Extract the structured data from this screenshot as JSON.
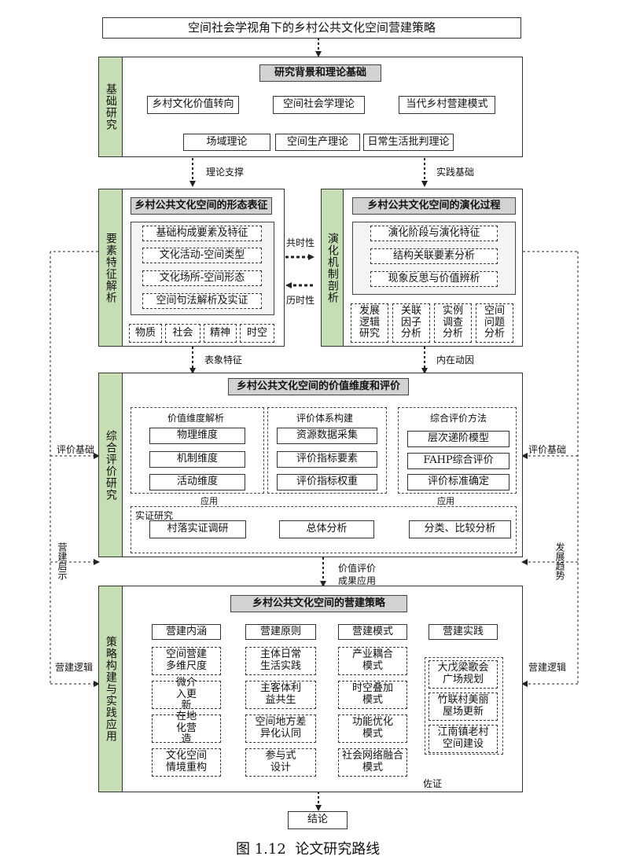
{
  "title": "空间社会学视角下的乡村公共文化空间营建策略",
  "s1": {
    "side": "基础研究",
    "head": "研究背景和理论基础",
    "row1": [
      "乡村文化价值转向",
      "空间社会学理论",
      "当代乡村营建模式"
    ],
    "row2": [
      "场域理论",
      "空间生产理论",
      "日常生活批判理论"
    ]
  },
  "between1": {
    "left": "理论支撑",
    "right": "实践基础"
  },
  "s2": {
    "side": "要素特征解析",
    "head": "乡村公共文化空间的形态表征",
    "items": [
      "基础构成要素及特征",
      "文化活动-空间类型",
      "文化场所-空间形态",
      "空间句法解析及实证"
    ],
    "bottom": [
      "物质",
      "社会",
      "精神",
      "时空"
    ]
  },
  "mid": {
    "top": "共时性",
    "bottom": "历时性"
  },
  "s3": {
    "side": "演化机制剖析",
    "head": "乡村公共文化空间的演化过程",
    "items": [
      "演化阶段与演化特征",
      "结构关联要素分析",
      "现象反思与价值辨析"
    ],
    "bottom": [
      "发展逻辑研究",
      "关联因子分析",
      "实例调查分析",
      "空间问题分析"
    ]
  },
  "between2": {
    "left": "表象特征",
    "right": "内在动因"
  },
  "s4": {
    "side": "综合评价研究",
    "head": "乡村公共文化空间的价值维度和评价",
    "col1": {
      "title": "价值维度解析",
      "items": [
        "物理维度",
        "机制维度",
        "活动维度"
      ]
    },
    "col2": {
      "title": "评价体系构建",
      "items": [
        "资源数据采集",
        "评价指标要素",
        "评价指标权重"
      ]
    },
    "col3": {
      "title": "综合评价方法",
      "items": [
        "层次递阶模型",
        "FAHP综合评价",
        "评价标准确定"
      ]
    },
    "apply_left": "应用",
    "apply_right": "应用",
    "case_label": "实证研究",
    "case": [
      "村落实证调研",
      "总体分析",
      "分类、比较分析"
    ]
  },
  "side_labels": {
    "eval_left": "评价基础",
    "eval_right": "评价基础",
    "build_hint": "营建启示",
    "trend": "发展趋势",
    "logic_left": "营建逻辑",
    "logic_right": "营建逻辑"
  },
  "between3": {
    "label1": "价值评价",
    "label2": "成果应用"
  },
  "s5": {
    "side": "策略构建与实践应用",
    "head": "乡村公共文化空间的营建策略",
    "cols": [
      {
        "title": "营建内涵",
        "items": [
          "空间营建多维尺度",
          "微介入更新",
          "在地化营造",
          "文化空间情境重构"
        ]
      },
      {
        "title": "营建原则",
        "items": [
          "主体日常生活实践",
          "主客体利益共生",
          "空间地方差异化认同",
          "参与式设计"
        ]
      },
      {
        "title": "营建模式",
        "items": [
          "产业耦合模式",
          "时空叠加模式",
          "功能优化模式",
          "社会网络融合模式"
        ]
      },
      {
        "title": "营建实践",
        "items": [
          "大戊梁歌会广场规划",
          "竹联村美丽屋场更新",
          "江南镇老村空间建设"
        ]
      }
    ],
    "proof": "佐证"
  },
  "conclusion": "结论",
  "caption": "图 1.12  论文研究路线"
}
